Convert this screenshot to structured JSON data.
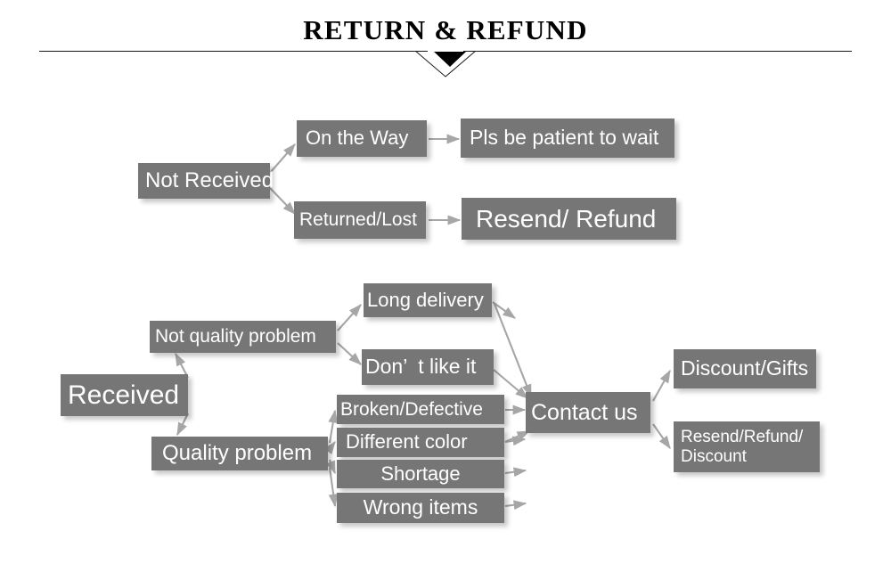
{
  "header": {
    "title": "RETURN & REFUND",
    "chevron_icon": "chevron-down-icon"
  },
  "flowchart": {
    "type": "diagram",
    "background_color": "#ffffff",
    "node_color": "#767676",
    "node_text_color": "#ffffff",
    "connector_color": "#a6a6a6",
    "branches": [
      {
        "id": "not-received",
        "root": "Not Received",
        "paths": [
          {
            "cause": "On the Way",
            "resolution": "Pls be patient to wait"
          },
          {
            "cause": "Returned/Lost",
            "resolution": "Resend/ Refund"
          }
        ]
      },
      {
        "id": "received",
        "root": "Received",
        "categories": [
          {
            "label": "Not quality problem",
            "reasons": [
              "Long delivery",
              "Don’  t like it"
            ]
          },
          {
            "label": "Quality problem",
            "reasons": [
              "Broken/Defective",
              "Different color",
              "Shortage",
              "Wrong items"
            ]
          }
        ],
        "hub": "Contact us",
        "outcomes": [
          "Discount/Gifts",
          "Resend/Refund/\nDiscount"
        ]
      }
    ],
    "nodes": {
      "not_received": "Not Received",
      "on_the_way": "On the Way",
      "pls_be_patient": "Pls be patient to wait",
      "returned_lost": "Returned/Lost",
      "resend_refund": "Resend/ Refund",
      "received": "Received",
      "not_quality_problem": "Not quality problem",
      "quality_problem": "Quality problem",
      "long_delivery": "Long delivery",
      "dont_like_it": "Don’  t like it",
      "broken_defective": "Broken/Defective",
      "different_color": "Different color",
      "shortage": "Shortage",
      "wrong_items": "Wrong items",
      "contact_us": "Contact us",
      "discount_gifts": "Discount/Gifts",
      "resend_refund_discount": "Resend/Refund/\nDiscount"
    }
  }
}
